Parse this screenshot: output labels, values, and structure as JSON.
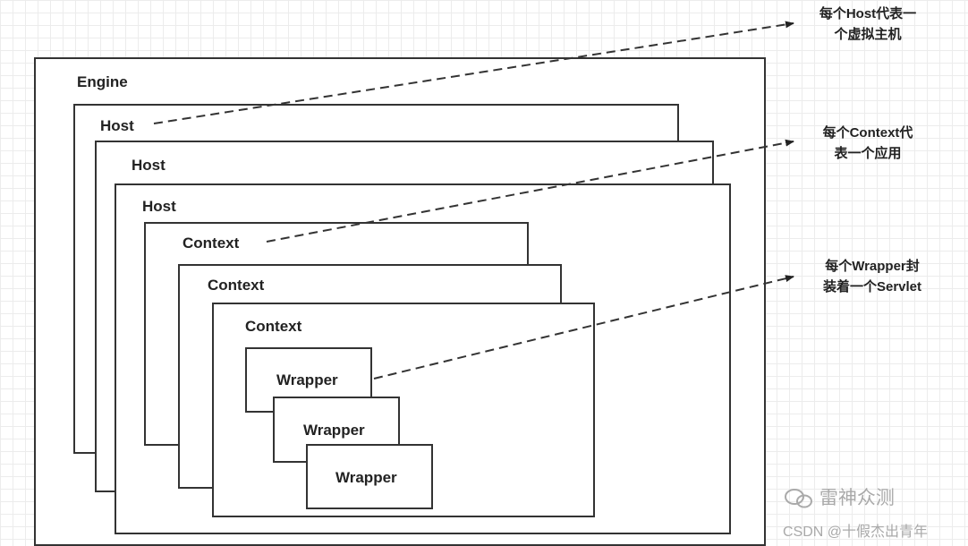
{
  "diagram": {
    "engine_label": "Engine",
    "host_labels": [
      "Host",
      "Host",
      "Host"
    ],
    "context_labels": [
      "Context",
      "Context",
      "Context"
    ],
    "wrapper_labels": [
      "Wrapper",
      "Wrapper",
      "Wrapper"
    ]
  },
  "annotations": {
    "host_note": [
      "每个Host代表一",
      "个虚拟主机"
    ],
    "context_note": [
      "每个Context代",
      "表一个应用"
    ],
    "wrapper_note": [
      "每个Wrapper封",
      "装着一个Servlet"
    ]
  },
  "watermark": {
    "wechat": "雷神众测",
    "csdn": "CSDN @十假杰出青年"
  }
}
